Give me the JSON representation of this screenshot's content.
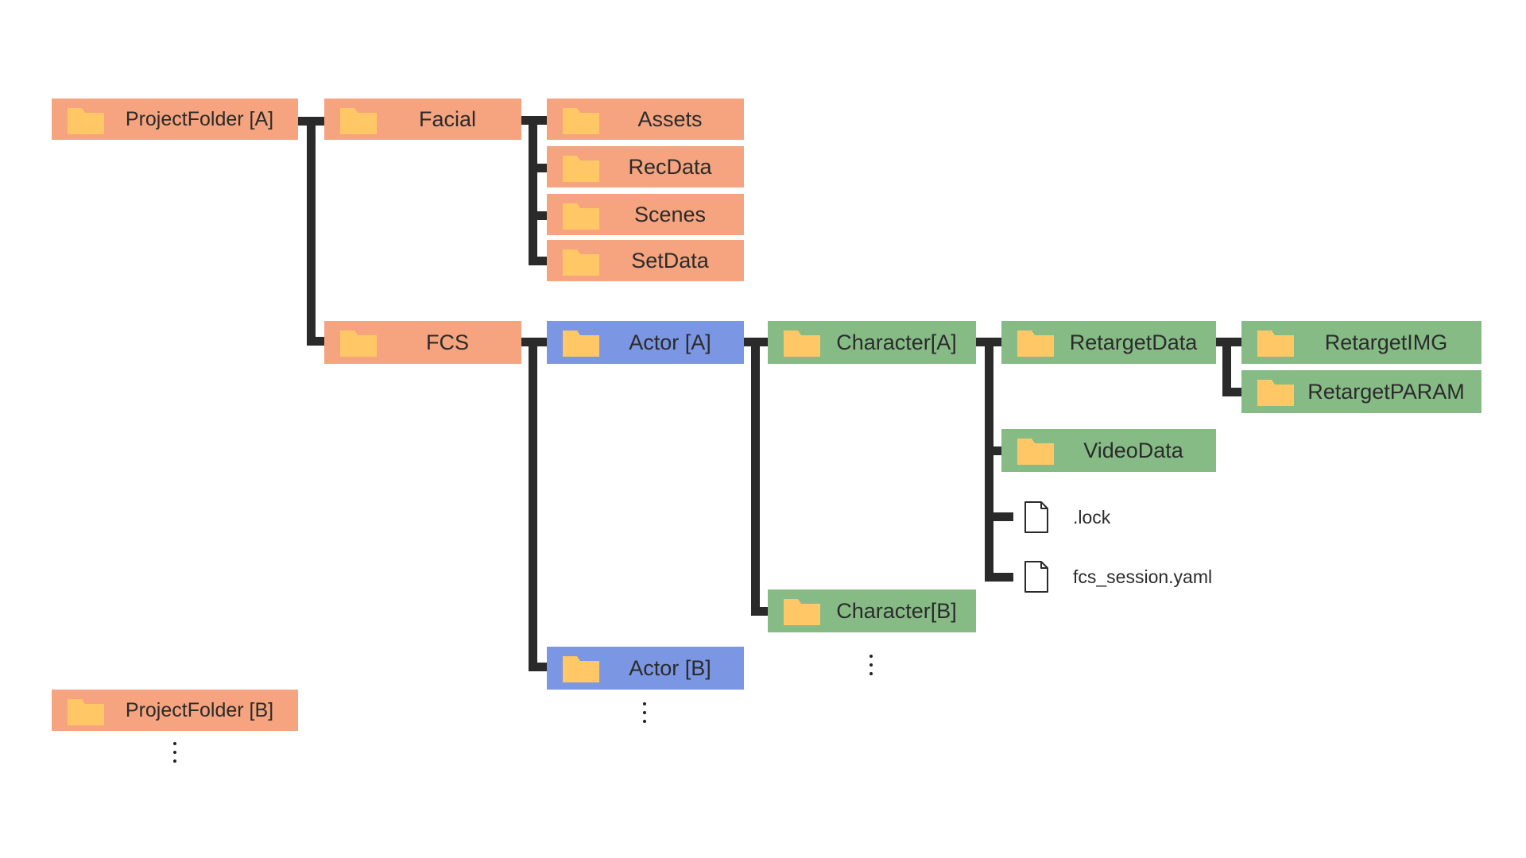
{
  "colors": {
    "project": "#f5a47f",
    "actor": "#7b96e2",
    "character": "#86bb86",
    "folder_icon": "#ffc766",
    "connector": "#2a2a2a"
  },
  "tree": {
    "project_a": "ProjectFolder [A]",
    "facial": "Facial",
    "assets": "Assets",
    "recdata": "RecData",
    "scenes": "Scenes",
    "setdata": "SetData",
    "fcs": "FCS",
    "actor_a": "Actor [A]",
    "actor_b": "Actor [B]",
    "character_a": "Character[A]",
    "character_b": "Character[B]",
    "retarget_data": "RetargetData",
    "retarget_img": "RetargetIMG",
    "retarget_param": "RetargetPARAM",
    "video_data": "VideoData",
    "lock_file": ".lock",
    "session_file": "fcs_session.yaml",
    "project_b": "ProjectFolder [B]"
  },
  "icons": {
    "folder": "folder-icon",
    "file": "file-icon",
    "more": "vertical-ellipsis-icon"
  }
}
